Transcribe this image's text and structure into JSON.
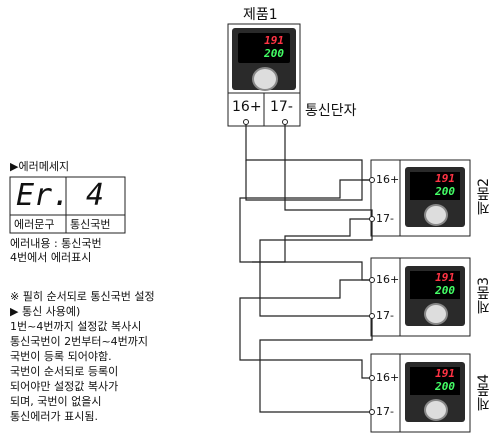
{
  "product1": {
    "title": "제품1",
    "terminal_plus": "16+",
    "terminal_minus": "17-",
    "terminal_label": "통신단자"
  },
  "product2": {
    "label": "제품2",
    "t_plus": "16+",
    "t_minus": "17-"
  },
  "product3": {
    "label": "제품3",
    "t_plus": "16+",
    "t_minus": "17-"
  },
  "product4": {
    "label": "제품4",
    "t_plus": "16+",
    "t_minus": "17-"
  },
  "device_display": {
    "top": "191",
    "bottom": "200"
  },
  "error_panel": {
    "title": "▶에러메세지",
    "digits_left": "Er.",
    "digits_right": "4",
    "label_left": "에러문구",
    "label_right": "통신국번",
    "desc_line1": "에러내용 : 통신국번",
    "desc_line2": "4번에서 에러표시"
  },
  "notes": {
    "line1": "※ 필히 순서되로 통신국번 설정",
    "line2": "▶ 통신 사용예)",
    "line3": "1번~4번까지 설정값 복사시",
    "line4": "통신국번이 2번부터~4번까지",
    "line5": "국번이 등록 되어야함.",
    "line6": "국번이 순서되로 등록이",
    "line7": "되어야만 설정값 복사가",
    "line8": "되며, 국번이 없을시",
    "line9": "통신에러가 표시됨."
  },
  "colors": {
    "display_red": "#ff3344",
    "display_green": "#44ff66",
    "device_dark": "#2a2a2a"
  }
}
